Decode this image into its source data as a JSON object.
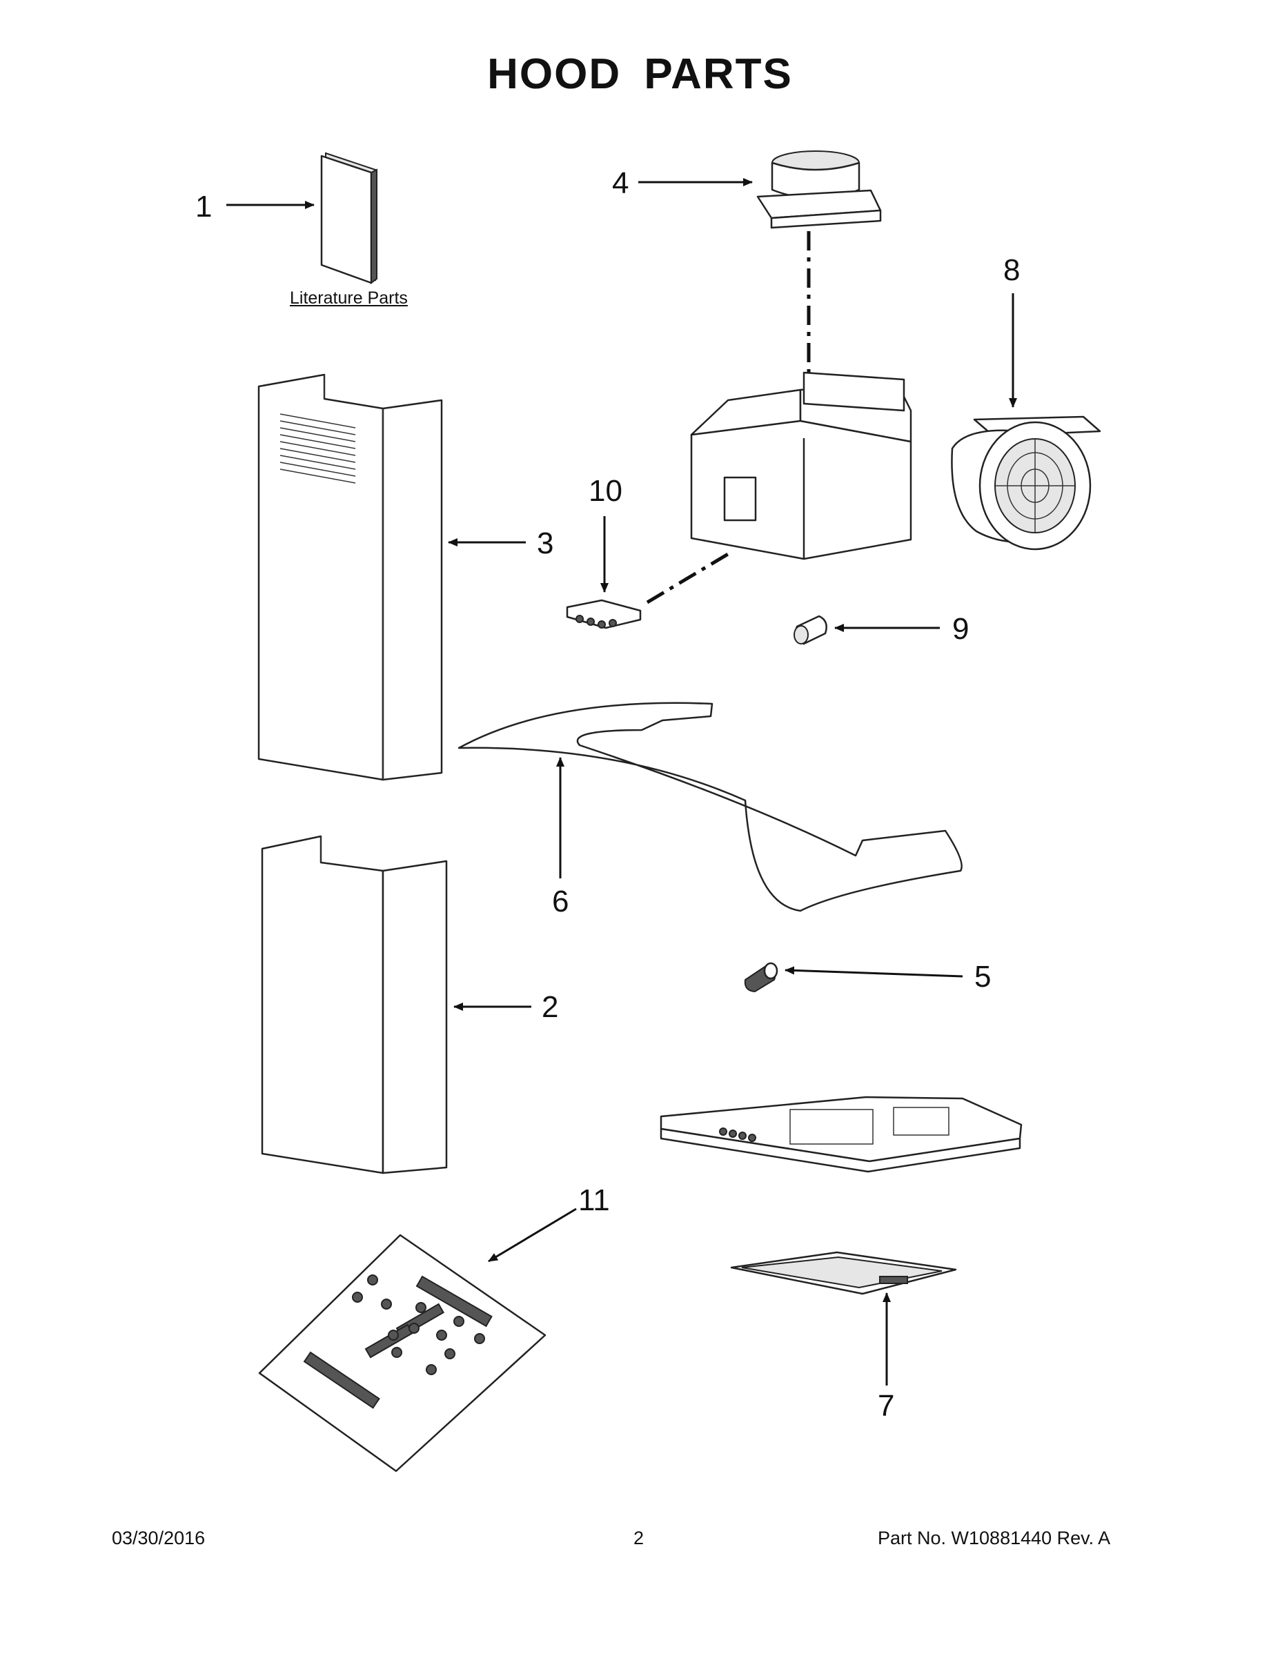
{
  "title": "HOOD PARTS",
  "literature_label": "Literature Parts",
  "callouts": {
    "c1": "1",
    "c2": "2",
    "c3": "3",
    "c4": "4",
    "c5": "5",
    "c6": "6",
    "c7": "7",
    "c8": "8",
    "c9": "9",
    "c10": "10",
    "c11": "11"
  },
  "footer": {
    "date": "03/30/2016",
    "page": "2",
    "part_no": "Part No.  W10881440  Rev.  A"
  }
}
